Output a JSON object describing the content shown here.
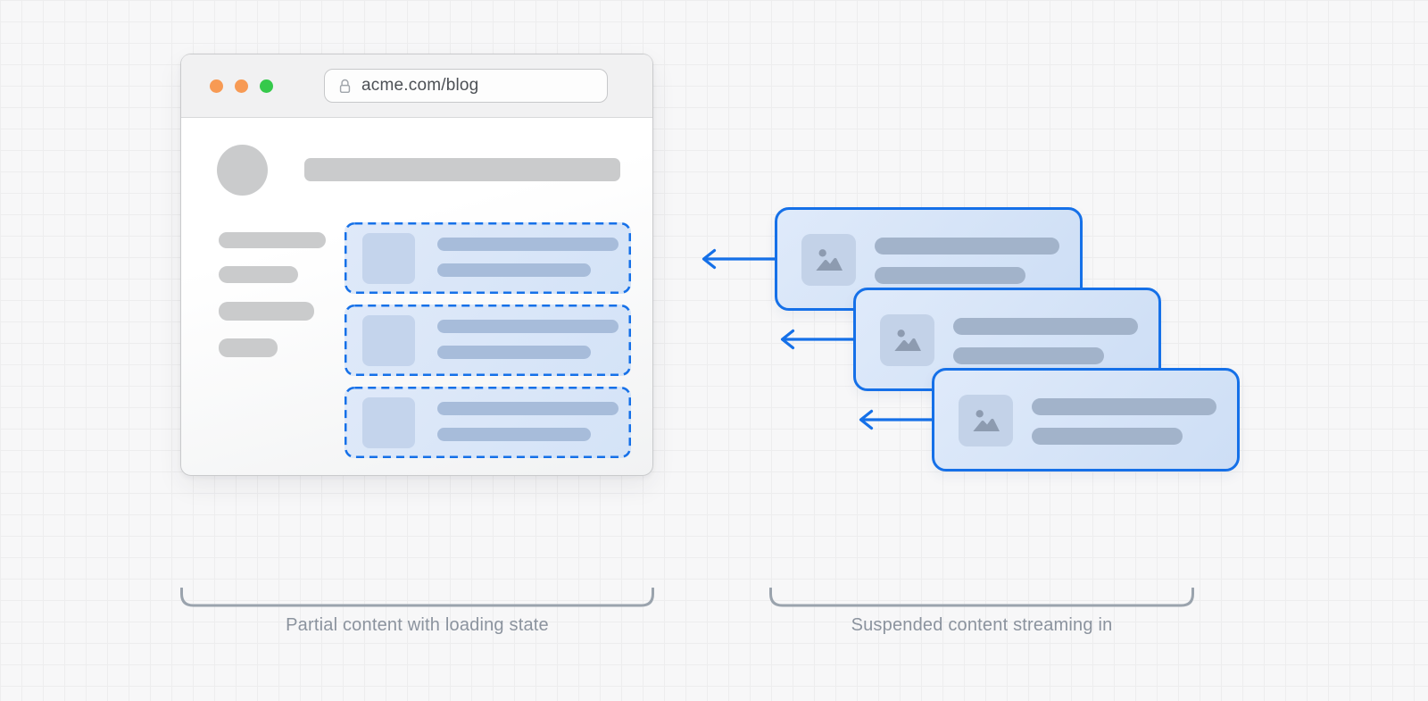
{
  "browser": {
    "url": "acme.com/blog",
    "traffic_lights": [
      {
        "name": "close",
        "color": "#F79A54"
      },
      {
        "name": "minimize",
        "color": "#F79A54"
      },
      {
        "name": "zoom",
        "color": "#35C94B"
      }
    ]
  },
  "captions": {
    "left": "Partial content with loading state",
    "right": "Suspended content streaming in"
  },
  "placeholders": {
    "skeleton_slot_count": 3,
    "streaming_card_count": 3,
    "sidebar_bar_count": 4
  },
  "icons": [
    "lock-icon",
    "image-icon",
    "left-arrow-icon"
  ],
  "colors": {
    "accent_blue": "#1570E8",
    "card_fill_light_blue": "#D8E6F8",
    "skeleton_bar_blue_gray": "#A7BCDA",
    "placeholder_gray": "#CACBCC",
    "bracket_gray": "#9AA3AD",
    "caption_gray": "#8B939E",
    "background": "#F7F7F8",
    "grid_line": "#EDEDEE"
  }
}
